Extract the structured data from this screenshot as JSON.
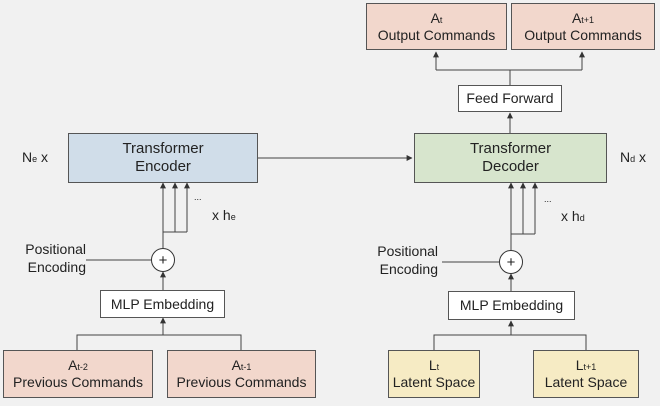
{
  "output_commands": [
    {
      "symbol": "A",
      "subscript": "t",
      "label": "Output Commands"
    },
    {
      "symbol": "A",
      "subscript": "t+1",
      "label": "Output Commands"
    }
  ],
  "feed_forward": "Feed Forward",
  "encoder": {
    "title_line1": "Transformer",
    "title_line2": "Encoder",
    "repeat_symbol": "N",
    "repeat_subscript": "e",
    "repeat_suffix": " x",
    "heads_prefix": "x h",
    "heads_subscript": "e"
  },
  "decoder": {
    "title_line1": "Transformer",
    "title_line2": "Decoder",
    "repeat_symbol": "N",
    "repeat_subscript": "d",
    "repeat_suffix": " x",
    "heads_prefix": "x h",
    "heads_subscript": "d"
  },
  "ellipsis": "...",
  "positional_encoding": {
    "line1": "Positional",
    "line2": "Encoding"
  },
  "plus_symbol": "+",
  "mlp_embedding": "MLP Embedding",
  "previous_commands": [
    {
      "symbol": "A",
      "subscript": "t-2",
      "label": "Previous Commands"
    },
    {
      "symbol": "A",
      "subscript": "t-1",
      "label": "Previous Commands"
    }
  ],
  "latent_space": [
    {
      "symbol": "L",
      "subscript": "t",
      "label": "Latent Space"
    },
    {
      "symbol": "L",
      "subscript": "t+1",
      "label": "Latent Space"
    }
  ]
}
